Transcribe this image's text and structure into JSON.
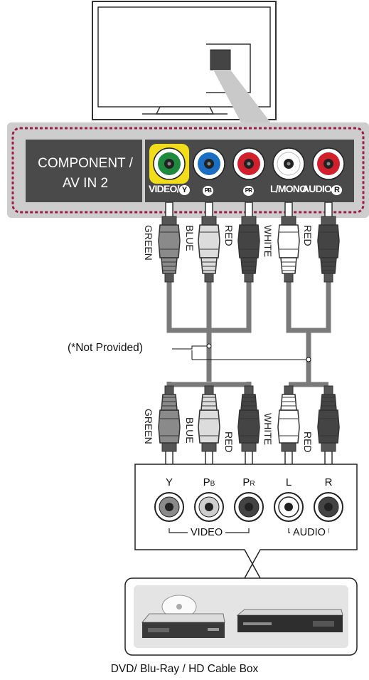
{
  "tv_panel": {
    "title_line1": "COMPONENT /",
    "title_line2": "AV IN 2",
    "jack_labels": [
      {
        "prefix": "VIDEO/",
        "symbol": "Y"
      },
      {
        "prefix": "",
        "symbol": "PB"
      },
      {
        "prefix": "",
        "symbol": "PR"
      },
      {
        "prefix": "L/MONO",
        "symbol": ""
      },
      {
        "prefix": "AUDIO",
        "symbol": "R"
      }
    ]
  },
  "cable_labels_top": [
    "GREEN",
    "BLUE",
    "RED",
    "WHITE",
    "RED"
  ],
  "cable_labels_bottom": [
    "GREEN",
    "BLUE",
    "RED",
    "WHITE",
    "RED"
  ],
  "note": "(*Not Provided)",
  "device_panel": {
    "jacks": [
      {
        "main": "Y",
        "sub": ""
      },
      {
        "main": "P",
        "sub": "B"
      },
      {
        "main": "P",
        "sub": "R"
      },
      {
        "main": "L",
        "sub": ""
      },
      {
        "main": "R",
        "sub": ""
      }
    ],
    "video_group": "VIDEO",
    "audio_group": "AUDIO"
  },
  "caption": "DVD/ Blu-Ray / HD Cable Box",
  "colors": {
    "green": "#1e8a3e",
    "blue": "#1a6fc4",
    "red": "#d21f2c",
    "white": "#ffffff",
    "highlight": "#f2dd1b",
    "panel_dark": "#4a4a4a",
    "dashed_border": "#9b1b4a",
    "cable_gray": "#7a7a7a"
  }
}
